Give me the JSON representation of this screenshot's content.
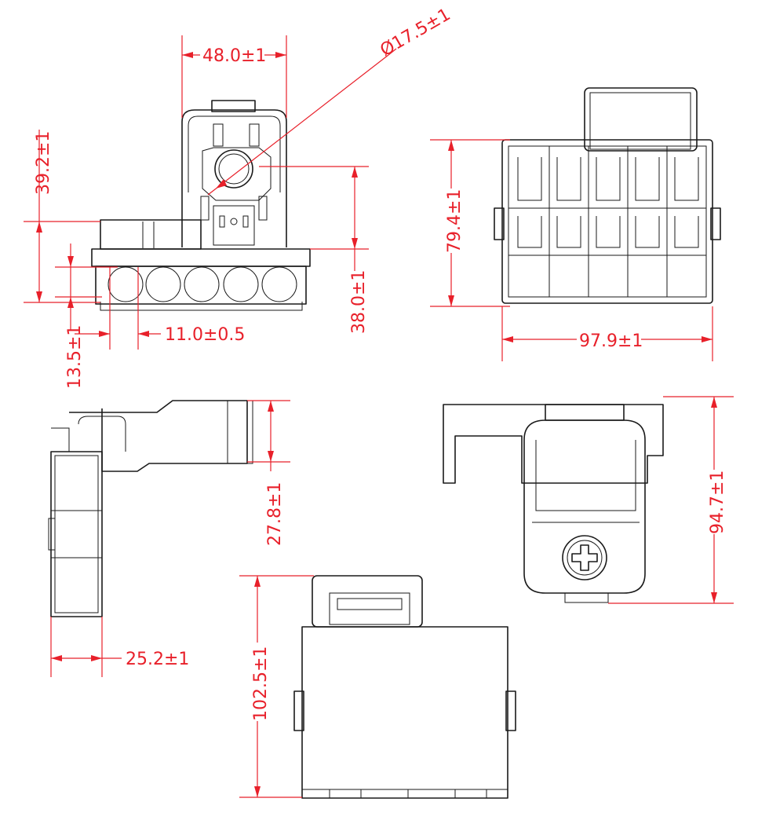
{
  "dimensions": {
    "top_width": "48.0±1",
    "diameter": "Ø17.5±1",
    "left_height_a": "39.2±1",
    "center_height": "38.0±1",
    "bottom_height": "13.5±1",
    "pitch": "11.0±0.5",
    "right_height": "79.4±1",
    "right_width": "97.9±1",
    "side_height": "27.8±1",
    "side_depth": "25.2±1",
    "rear_height": "94.7±1",
    "bottom_height_b": "102.5±1"
  },
  "colors": {
    "dimension_red": "#e8202a",
    "outline_black": "#1a1a1a"
  }
}
